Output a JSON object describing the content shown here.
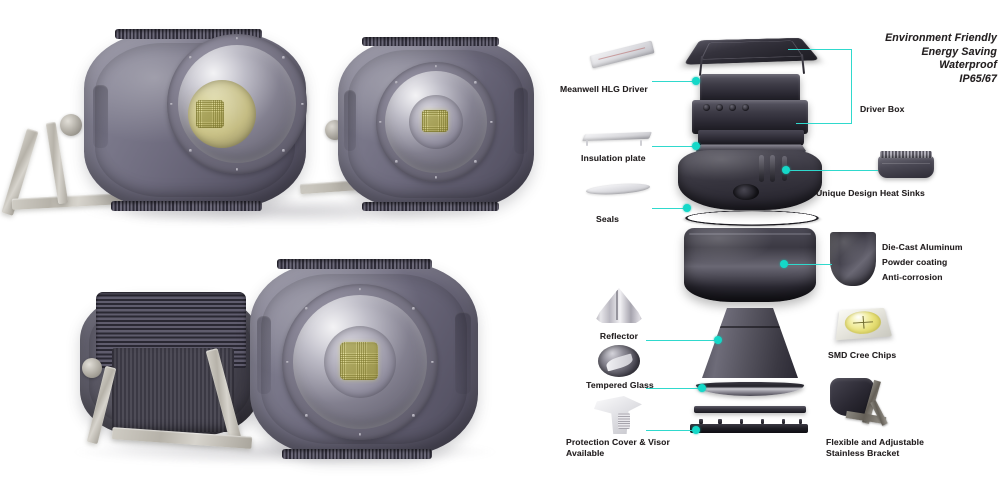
{
  "page": {
    "title": "LED Flood Light Product & Exploded Component Diagram",
    "background_color": "#ffffff",
    "accent_color": "#2fd9cd",
    "label_color": "#231f20"
  },
  "photos": {
    "top_scene": {
      "name": "Two LED flood lights front three-quarter view with stainless bracket"
    },
    "bottom_scene": {
      "name": "LED flood light rear heat sink view and front lens view with bracket"
    }
  },
  "diagram": {
    "headline": "Environment Friendly\nEnergy Saving\nWaterproof\nIP65/67",
    "headline_lines": [
      "Environment Friendly",
      "Energy Saving",
      "Waterproof",
      "IP65/67"
    ],
    "labels": {
      "meanwell_driver": "Meanwell HLG Driver",
      "driver_box": "Driver Box",
      "insulation_plate": "Insulation plate",
      "seals": "Seals",
      "heat_sinks": "Unique Design Heat Sinks",
      "die_cast": "Die-Cast Aluminum\nPowder coating\nAnti-corrosion",
      "die_cast_lines": [
        "Die-Cast Aluminum",
        "Powder coating",
        "Anti-corrosion"
      ],
      "reflector": "Reflector",
      "tempered_glass": "Tempered Glass",
      "protection_cover": "Protection Cover & Visor\nAvailable",
      "protection_cover_lines": [
        "Protection Cover & Visor",
        "Available"
      ],
      "smd_cree_chips": "SMD Cree Chips",
      "bracket": "Flexible and Adjustable\nStainless Bracket",
      "bracket_lines": [
        "Flexible and Adjustable",
        "Stainless Bracket"
      ]
    },
    "callouts": [
      {
        "id": "meanwell-hlg-driver",
        "label": "Meanwell HLG Driver",
        "side": "left"
      },
      {
        "id": "driver-box",
        "label": "Driver Box",
        "side": "right"
      },
      {
        "id": "insulation-plate",
        "label": "Insulation plate",
        "side": "left"
      },
      {
        "id": "seals",
        "label": "Seals",
        "side": "left"
      },
      {
        "id": "heat-sinks",
        "label": "Unique Design Heat Sinks",
        "side": "right"
      },
      {
        "id": "die-cast-aluminum",
        "label": "Die-Cast Aluminum",
        "side": "right"
      },
      {
        "id": "reflector",
        "label": "Reflector",
        "side": "left"
      },
      {
        "id": "tempered-glass",
        "label": "Tempered Glass",
        "side": "left"
      },
      {
        "id": "protection-cover",
        "label": "Protection Cover & Visor",
        "side": "left"
      },
      {
        "id": "smd-cree-chips",
        "label": "SMD Cree Chips",
        "side": "right"
      },
      {
        "id": "stainless-bracket",
        "label": "Flexible and Adjustable",
        "side": "right"
      }
    ]
  }
}
